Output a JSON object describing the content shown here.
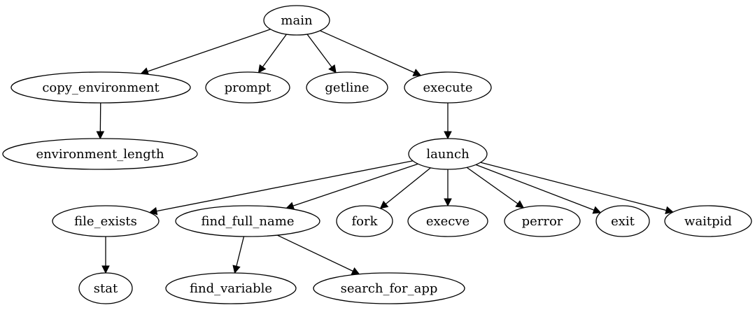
{
  "graph": {
    "nodes": [
      {
        "id": "main",
        "label": "main"
      },
      {
        "id": "copy_environment",
        "label": "copy_environment"
      },
      {
        "id": "prompt",
        "label": "prompt"
      },
      {
        "id": "getline",
        "label": "getline"
      },
      {
        "id": "execute",
        "label": "execute"
      },
      {
        "id": "environment_length",
        "label": "environment_length"
      },
      {
        "id": "launch",
        "label": "launch"
      },
      {
        "id": "file_exists",
        "label": "file_exists"
      },
      {
        "id": "find_full_name",
        "label": "find_full_name"
      },
      {
        "id": "fork",
        "label": "fork"
      },
      {
        "id": "execve",
        "label": "execve"
      },
      {
        "id": "perror",
        "label": "perror"
      },
      {
        "id": "exit",
        "label": "exit"
      },
      {
        "id": "waitpid",
        "label": "waitpid"
      },
      {
        "id": "stat",
        "label": "stat"
      },
      {
        "id": "find_variable",
        "label": "find_variable"
      },
      {
        "id": "search_for_app",
        "label": "search_for_app"
      }
    ],
    "edges": [
      {
        "from": "main",
        "to": "copy_environment"
      },
      {
        "from": "main",
        "to": "prompt"
      },
      {
        "from": "main",
        "to": "getline"
      },
      {
        "from": "main",
        "to": "execute"
      },
      {
        "from": "copy_environment",
        "to": "environment_length"
      },
      {
        "from": "execute",
        "to": "launch"
      },
      {
        "from": "launch",
        "to": "file_exists"
      },
      {
        "from": "launch",
        "to": "find_full_name"
      },
      {
        "from": "launch",
        "to": "fork"
      },
      {
        "from": "launch",
        "to": "execve"
      },
      {
        "from": "launch",
        "to": "perror"
      },
      {
        "from": "launch",
        "to": "exit"
      },
      {
        "from": "launch",
        "to": "waitpid"
      },
      {
        "from": "file_exists",
        "to": "stat"
      },
      {
        "from": "find_full_name",
        "to": "find_variable"
      },
      {
        "from": "find_full_name",
        "to": "search_for_app"
      }
    ]
  }
}
